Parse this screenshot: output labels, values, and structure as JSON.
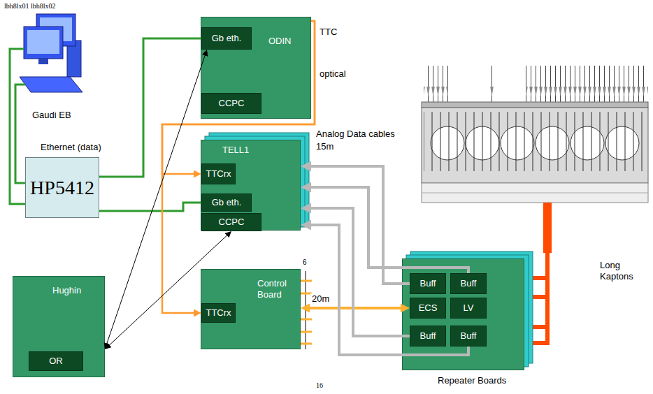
{
  "diagram": {
    "nodes": [
      {
        "text": [
          "ODIN"
        ]
      },
      {
        "text": [
          "Gb eth."
        ],
        "in": 0
      },
      {
        "text": [
          "CCPC"
        ],
        "in": 0
      },
      {
        "text": [
          "TELL1"
        ]
      },
      {
        "text": [
          "TTCrx"
        ],
        "in": 3
      },
      {
        "text": [
          "Gb eth."
        ],
        "in": 3
      },
      {
        "text": [
          "CCPC"
        ],
        "in": 3
      },
      {
        "text": [
          "HP5412"
        ]
      },
      {
        "text": [
          "Hughin"
        ]
      },
      {
        "text": [
          "OR"
        ],
        "in": 8
      },
      {
        "text": [
          "Control Board"
        ]
      },
      {
        "text": [
          "TTCrx"
        ],
        "in": 10
      },
      {
        "text": [
          "Repeater Boards"
        ]
      },
      {
        "text": [
          "Buff"
        ],
        "in": 12
      },
      {
        "text": [
          "Buff"
        ],
        "in": 12
      },
      {
        "text": [
          "ECS"
        ],
        "in": 12
      },
      {
        "text": [
          "LV"
        ],
        "in": 12
      },
      {
        "text": [
          "Buff"
        ],
        "in": 12
      },
      {
        "text": [
          "Buff"
        ],
        "in": 12
      }
    ],
    "edges": [
      {
        "from": 7,
        "to": 1,
        "arrow": "none"
      },
      {
        "from": 7,
        "to": 5,
        "arrow": "none"
      },
      {
        "from": 0,
        "to": 4,
        "arrow": "to"
      },
      {
        "from": 0,
        "to": 11,
        "arrow": "to"
      },
      {
        "from": 8,
        "to": 1,
        "arrow": "both"
      },
      {
        "from": 8,
        "to": 6,
        "arrow": "both"
      },
      {
        "from": 10,
        "to": 15,
        "label": "20m",
        "arrow": "both"
      },
      {
        "from": 13,
        "to": 3,
        "arrow": "to"
      },
      {
        "from": 14,
        "to": 3,
        "arrow": "to"
      },
      {
        "from": 17,
        "to": 3,
        "arrow": "to"
      },
      {
        "from": 18,
        "to": 3,
        "arrow": "to"
      }
    ],
    "labels": [
      "lbh8lx01 lbh8lx02",
      "Gaudi EB",
      "Ethernet (data)",
      "TTC",
      "optical",
      "Analog Data cables",
      "15m",
      "6",
      "Long Kaptons",
      "16"
    ]
  }
}
